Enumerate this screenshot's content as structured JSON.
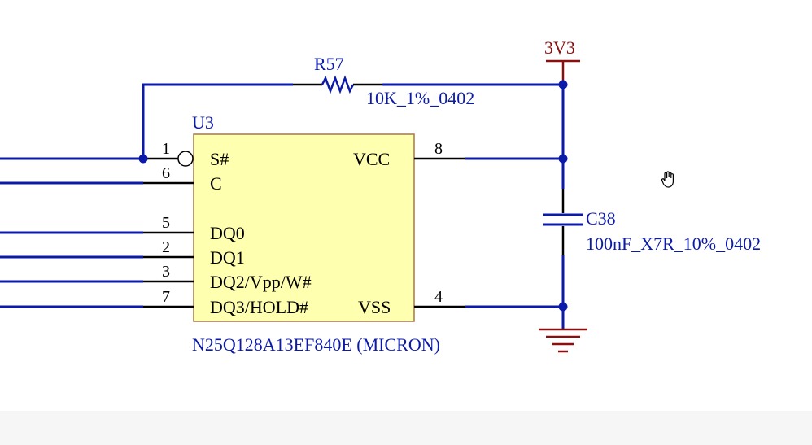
{
  "schematic": {
    "power_net": "3V3",
    "resistor": {
      "ref": "R57",
      "value": "10K_1%_0402"
    },
    "capacitor": {
      "ref": "C38",
      "value": "100nF_X7R_10%_0402"
    },
    "ic": {
      "ref": "U3",
      "part": "N25Q128A13EF840E (MICRON)",
      "pins_left": [
        {
          "num": "1",
          "name": "S#"
        },
        {
          "num": "6",
          "name": "C"
        },
        {
          "num": "5",
          "name": "DQ0"
        },
        {
          "num": "2",
          "name": "DQ1"
        },
        {
          "num": "3",
          "name": "DQ2/Vpp/W#"
        },
        {
          "num": "7",
          "name": "DQ3/HOLD#"
        }
      ],
      "pins_right": [
        {
          "num": "8",
          "name": "VCC"
        },
        {
          "num": "4",
          "name": "VSS"
        }
      ]
    },
    "colors": {
      "wire": "#0b1aa8",
      "power": "#8b0f0f",
      "ic_fill": "#ffffb0",
      "pin": "#000000"
    },
    "cursor_icon": "hand-cursor-icon"
  }
}
